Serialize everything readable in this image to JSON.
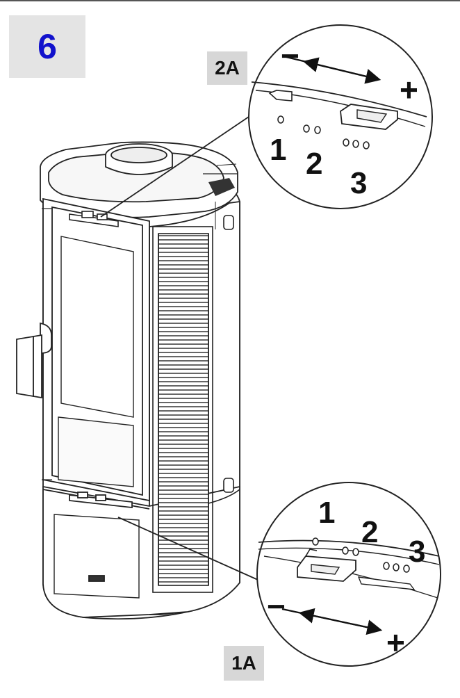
{
  "step": {
    "number": "6",
    "color": "#1111cc"
  },
  "labels": {
    "top_callout": "2A",
    "door_upper": "2A",
    "door_lower": "1A",
    "bottom_callout": "1A"
  },
  "top_detail": {
    "minus": "−",
    "plus": "+",
    "positions": [
      "1",
      "2",
      "3"
    ]
  },
  "bottom_detail": {
    "minus": "−",
    "plus": "+",
    "positions": [
      "1",
      "2",
      "3"
    ]
  }
}
